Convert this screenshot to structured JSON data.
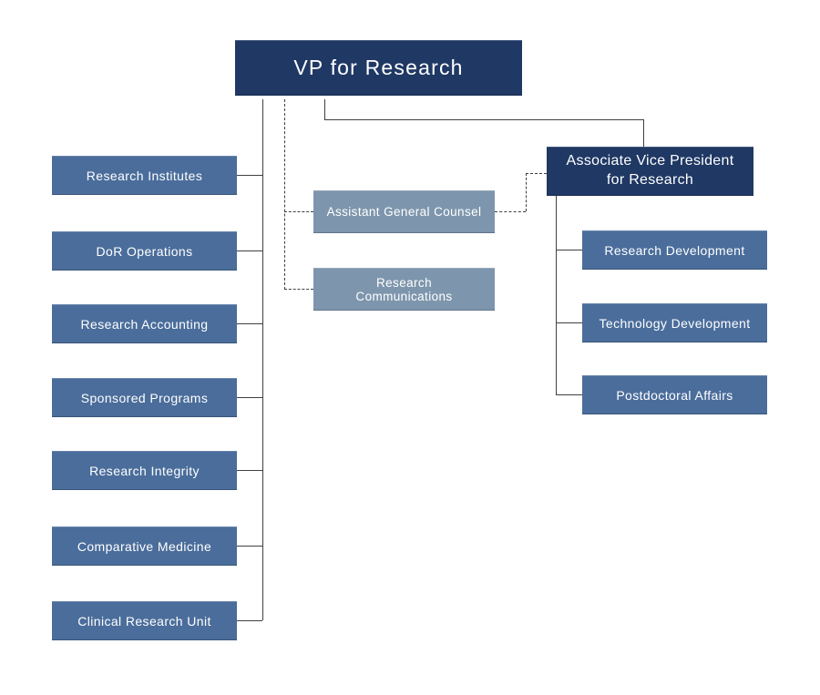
{
  "colors": {
    "background": "#ffffff",
    "dark_navy": "#1f3864",
    "medium_blue": "#4a6d9b",
    "light_blue": "#7e96ad",
    "connector": "#404040",
    "text_color": "#ffffff"
  },
  "nodes": {
    "vp": {
      "label": "VP for Research"
    },
    "left_reports": [
      {
        "label": "Research Institutes"
      },
      {
        "label": "DoR Operations"
      },
      {
        "label": "Research Accounting"
      },
      {
        "label": "Sponsored Programs"
      },
      {
        "label": "Research Integrity"
      },
      {
        "label": "Comparative Medicine"
      },
      {
        "label": "Clinical Research Unit"
      }
    ],
    "staff": [
      {
        "label": "Assistant General Counsel"
      },
      {
        "label": "Research Communications"
      }
    ],
    "avp": {
      "label": "Associate Vice President for Research"
    },
    "avp_reports": [
      {
        "label": "Research Development"
      },
      {
        "label": "Technology Development"
      },
      {
        "label": "Postdoctoral Affairs"
      }
    ]
  },
  "edges": [
    {
      "from": "VP for Research",
      "to": "Research Institutes",
      "style": "solid"
    },
    {
      "from": "VP for Research",
      "to": "DoR Operations",
      "style": "solid"
    },
    {
      "from": "VP for Research",
      "to": "Research Accounting",
      "style": "solid"
    },
    {
      "from": "VP for Research",
      "to": "Sponsored Programs",
      "style": "solid"
    },
    {
      "from": "VP for Research",
      "to": "Research Integrity",
      "style": "solid"
    },
    {
      "from": "VP for Research",
      "to": "Comparative Medicine",
      "style": "solid"
    },
    {
      "from": "VP for Research",
      "to": "Clinical Research Unit",
      "style": "solid"
    },
    {
      "from": "VP for Research",
      "to": "Assistant General Counsel",
      "style": "dashed"
    },
    {
      "from": "VP for Research",
      "to": "Research Communications",
      "style": "dashed"
    },
    {
      "from": "VP for Research",
      "to": "Associate Vice President for Research",
      "style": "solid"
    },
    {
      "from": "Assistant General Counsel",
      "to": "Associate Vice President for Research",
      "style": "dashed"
    },
    {
      "from": "Associate Vice President for Research",
      "to": "Research Development",
      "style": "solid"
    },
    {
      "from": "Associate Vice President for Research",
      "to": "Technology Development",
      "style": "solid"
    },
    {
      "from": "Associate Vice President for Research",
      "to": "Postdoctoral Affairs",
      "style": "solid"
    }
  ]
}
